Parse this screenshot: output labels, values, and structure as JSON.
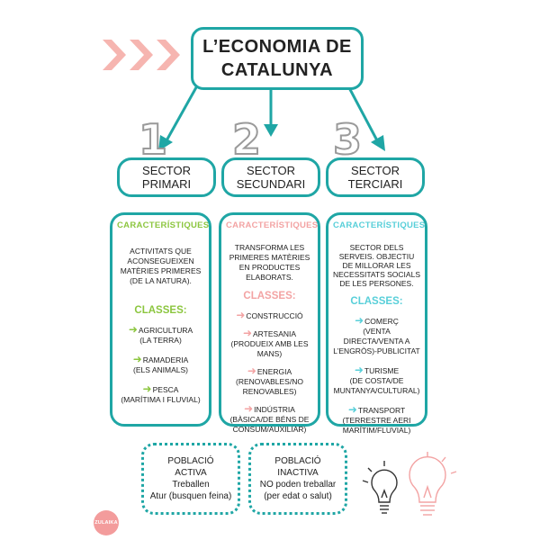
{
  "title": {
    "line1": "L’ECONOMIA DE",
    "line2": "CATALUNYA"
  },
  "numbers": [
    "1",
    "2",
    "3"
  ],
  "sectors": [
    {
      "line1": "SECTOR",
      "line2": "PRIMARI"
    },
    {
      "line1": "SECTOR",
      "line2": "SECUNDARI"
    },
    {
      "line1": "SECTOR",
      "line2": "TERCIARI"
    }
  ],
  "columns": [
    {
      "heading": "CARACTERÍSTIQUES",
      "description": "ACTIVITATS QUE ACONSEGUEIXEN MATÈRIES PRIMERES (DE LA NATURA).",
      "classes_label": "CLASSES:",
      "items": [
        {
          "line1": "AGRICULTURA",
          "line2": "(LA TERRA)"
        },
        {
          "line1": "RAMADERIA",
          "line2": "(ELS ANIMALS)"
        },
        {
          "line1": "PESCA",
          "line2": "(MARÍTIMA I FLUVIAL)"
        }
      ]
    },
    {
      "heading": "CARACTERÍSTIQUES",
      "description": "TRANSFORMA LES PRIMERES MATÈRIES EN PRODUCTES ELABORATS.",
      "classes_label": "CLASSES:",
      "items": [
        {
          "line1": "CONSTRUCCIÓ",
          "line2": ""
        },
        {
          "line1": "ARTESANIA",
          "line2": "(PRODUEIX AMB LES MANS)"
        },
        {
          "line1": "ENERGIA",
          "line2": "(RENOVABLES/NO RENOVABLES)"
        },
        {
          "line1": "INDÚSTRIA",
          "line2": "(BÀSICA/DE BÉNS DE CONSUM/AUXILIAR)"
        }
      ]
    },
    {
      "heading": "CARACTERÍSTIQUES",
      "description": "SECTOR DELS SERVEIS. OBJECTIU DE MILLORAR LES NECESSITATS SOCIALS DE LES PERSONES.",
      "classes_label": "CLASSES:",
      "items": [
        {
          "line1": "COMERÇ",
          "line2": "(VENTA DIRECTA/VENTA A L’ENGRÒS)-PUBLICITAT"
        },
        {
          "line1": "TURISME",
          "line2": "(DE COSTA/DE MUNTANYA/CULTURAL)"
        },
        {
          "line1": "TRANSPORT",
          "line2": "(TERRESTRE AERI MARÍTIM/FLUVIAL)"
        }
      ]
    }
  ],
  "population": [
    {
      "line1": "POBLACIÓ",
      "line2": "ACTIVA",
      "line3": "Treballen",
      "line4": "Atur (busquen feina)"
    },
    {
      "line1": "POBLACIÓ",
      "line2": "INACTIVA",
      "line3": "NO poden treballar",
      "line4": "(per edat o salut)"
    }
  ],
  "logo_text": "ZULAIKA",
  "colors": {
    "teal": "#1fa6a5",
    "green": "#8cc63f",
    "pink": "#f3a3a3",
    "cyan": "#58cfd9",
    "chevron": "#f6b5b0"
  },
  "icons": [
    "chevron-right-icon",
    "arrow-right-icon",
    "lightbulb-icon"
  ]
}
